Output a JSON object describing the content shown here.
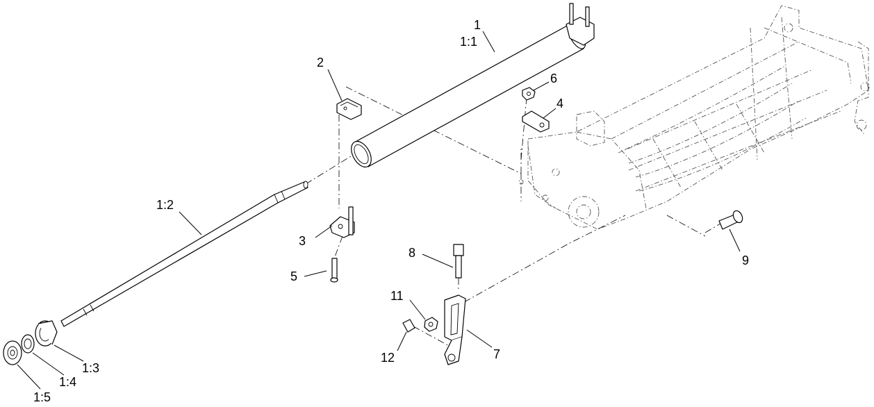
{
  "callouts": {
    "c1": "1",
    "c1_1": "1:1",
    "c2": "2",
    "c3": "3",
    "c4": "4",
    "c5": "5",
    "c6": "6",
    "c7": "7",
    "c8": "8",
    "c9": "9",
    "c11": "11",
    "c12": "12",
    "c1_2": "1:2",
    "c1_3": "1:3",
    "c1_4": "1:4",
    "c1_5": "1:5"
  }
}
